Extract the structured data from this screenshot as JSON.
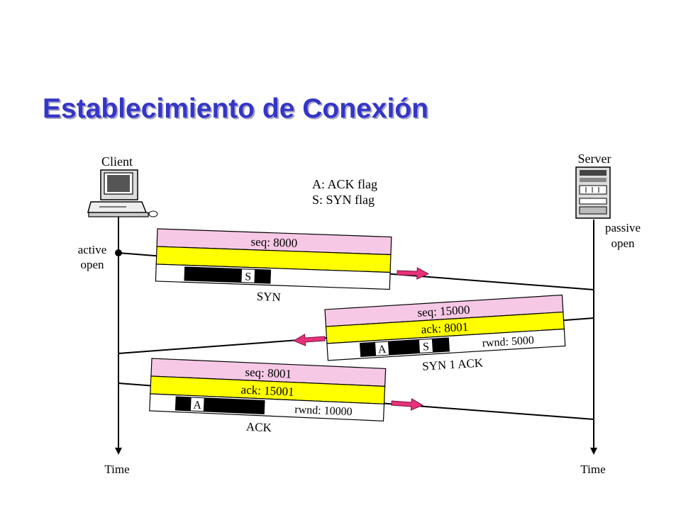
{
  "title": "Establecimiento de Conexión",
  "client": {
    "label": "Client",
    "note_line1": "active",
    "note_line2": "open",
    "time_label": "Time"
  },
  "server": {
    "label": "Server",
    "note_line1": "passive",
    "note_line2": "open",
    "time_label": "Time"
  },
  "legend": {
    "line1": "A: ACK flag",
    "line2": "S: SYN flag"
  },
  "segments": {
    "syn": {
      "seq": "seq: 8000",
      "flag_s": "S",
      "caption": "SYN"
    },
    "synack": {
      "seq": "seq: 15000",
      "ack": "ack: 8001",
      "flag_a": "A",
      "flag_s": "S",
      "rwnd": "rwnd: 5000",
      "caption": "SYN 1 ACK"
    },
    "ack": {
      "seq": "seq: 8001",
      "ack": "ack: 15001",
      "flag_a": "A",
      "rwnd": "rwnd: 10000",
      "caption": "ACK"
    }
  },
  "colors": {
    "title": "#3535c8",
    "seq_band": "#f7c8e6",
    "ack_band": "#ffff00",
    "arrow": "#e5327a"
  }
}
